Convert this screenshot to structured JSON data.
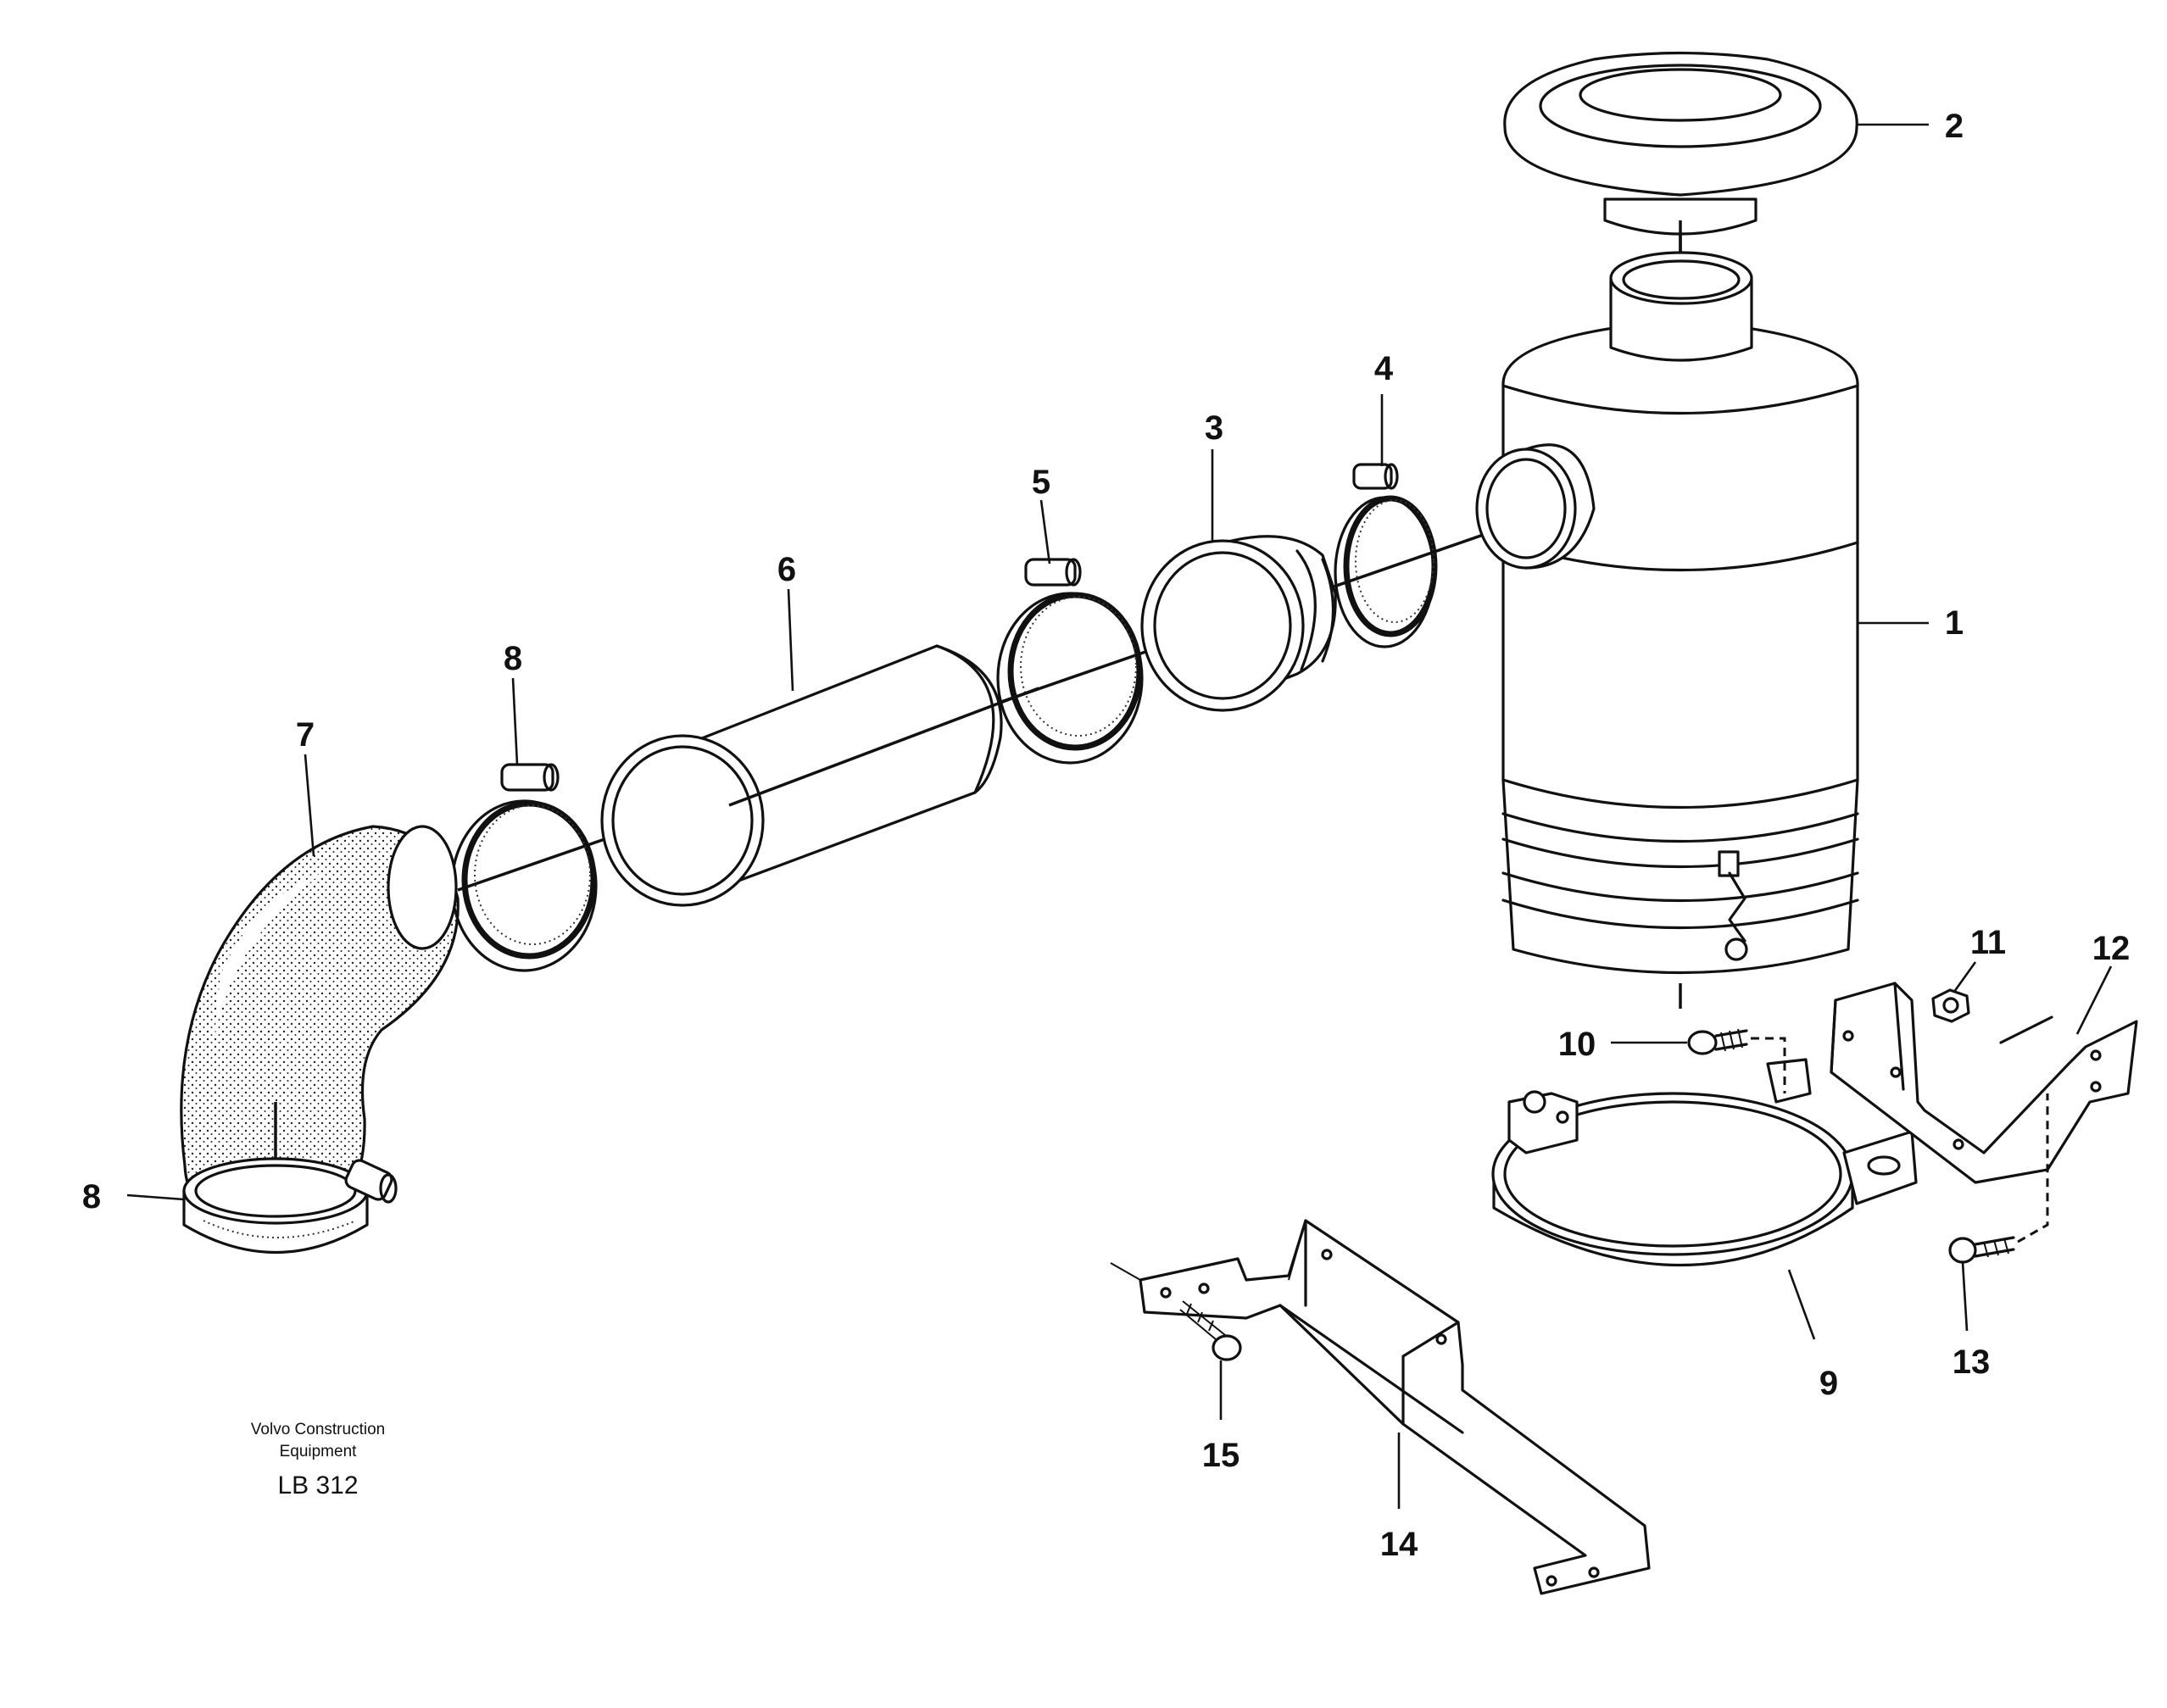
{
  "parts": [
    {
      "number": "1",
      "name": "air-cleaner-housing"
    },
    {
      "number": "2",
      "name": "rain-cap"
    },
    {
      "number": "3",
      "name": "reducer-hose"
    },
    {
      "number": "4",
      "name": "hose-clamp"
    },
    {
      "number": "5",
      "name": "hose-clamp"
    },
    {
      "number": "6",
      "name": "intake-pipe"
    },
    {
      "number": "7",
      "name": "elbow-hose"
    },
    {
      "number": "8",
      "name": "hose-clamp"
    },
    {
      "number": "9",
      "name": "strap-clamp"
    },
    {
      "number": "10",
      "name": "screw"
    },
    {
      "number": "11",
      "name": "nut"
    },
    {
      "number": "12",
      "name": "bracket"
    },
    {
      "number": "13",
      "name": "screw"
    },
    {
      "number": "14",
      "name": "support-bracket"
    },
    {
      "number": "15",
      "name": "screw"
    }
  ],
  "labels": {
    "p1": "1",
    "p2": "2",
    "p3": "3",
    "p4": "4",
    "p5": "5",
    "p6": "6",
    "p7": "7",
    "p8a": "8",
    "p8b": "8",
    "p9": "9",
    "p10": "10",
    "p11": "11",
    "p12": "12",
    "p13": "13",
    "p14": "14",
    "p15": "15"
  },
  "credit": {
    "line1": "Volvo Construction",
    "line2": "Equipment",
    "code": "LB 312"
  }
}
